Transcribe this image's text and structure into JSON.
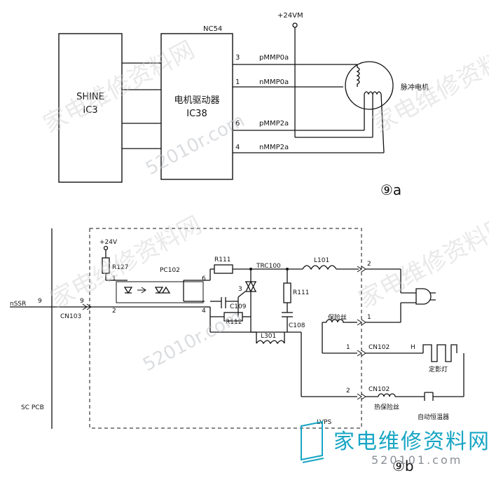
{
  "figure_a": {
    "label": "⑨a",
    "supply": "+24VM",
    "chip_label": "NC54",
    "block1": {
      "line1": "SHINE",
      "line2": "IC3"
    },
    "block2": {
      "line1": "电机驱动器",
      "line2": "IC38"
    },
    "motor": "脉冲电机",
    "pins": [
      {
        "num": "3",
        "signal": "pMMP0a"
      },
      {
        "num": "1",
        "signal": "nMMP0a"
      },
      {
        "num": "6",
        "signal": "pMMP2a"
      },
      {
        "num": "4",
        "signal": "nMMP2a"
      }
    ]
  },
  "figure_b": {
    "label": "⑨b",
    "supply": "+24V",
    "signal_in": "nSSR",
    "pin_in_left": "9",
    "pin_in_right": "9",
    "connector_in": "CN103",
    "board": "SC PCB",
    "unit": "LVPS",
    "opto": "PC102",
    "opto_pins": {
      "p1": "1",
      "p2": "2",
      "p6": "6",
      "p4": "4"
    },
    "triac": "TRC100",
    "triac_pin": "3",
    "components": {
      "r127": "R127",
      "r111_top": "R111",
      "r111_right": "R111",
      "r112": "R112",
      "c109": "C109",
      "c108": "C108",
      "l101": "L101",
      "l301": "L301"
    },
    "ac_pins": {
      "top": "2",
      "bottom": "1"
    },
    "fuse1": "保险丝",
    "thermal_fuse": "热保险丝",
    "thermostat": "自动恒温器",
    "lamp": "定影灯",
    "lamp_h": "H",
    "cn102_a": {
      "pin": "1",
      "name": "CN102"
    },
    "cn102_b": {
      "pin": "2",
      "name": "CN102"
    }
  },
  "watermarks": {
    "site_cn": "家电维修资料网",
    "domain": "52010r.com",
    "logo_text": "家电维修资料网",
    "logo_url": "520101.com"
  }
}
